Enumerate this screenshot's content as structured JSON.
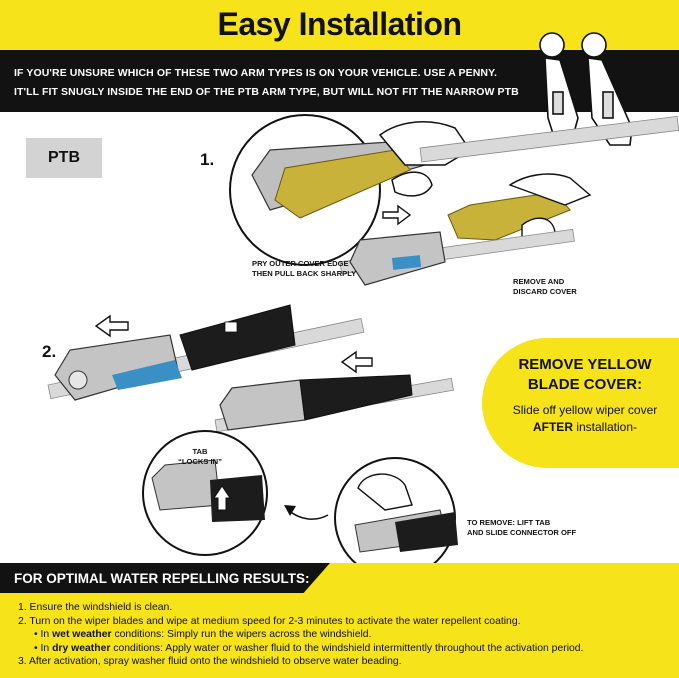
{
  "header": {
    "title": "Easy Installation"
  },
  "banner": {
    "line1": "IF YOU'RE UNSURE WHICH OF THESE TWO ARM TYPES IS ON YOUR VEHICLE. USE A PENNY.",
    "line2": "IT'LL FIT SNUGLY INSIDE THE END OF THE PTB ARM TYPE, BUT WILL NOT FIT THE NARROW PTB"
  },
  "arm_type_label": "PTB",
  "steps_figure": {
    "step1_number": "1.",
    "step2_number": "2.",
    "caption_pry_1": "PRY OUTER COVER EDGE",
    "caption_pry_2": "THEN PULL BACK SHARPLY",
    "caption_remove_1": "REMOVE AND",
    "caption_remove_2": "DISCARD COVER",
    "caption_tab_1": "TAB",
    "caption_tab_2": "“LOCKS IN”",
    "caption_toremove_1": "TO REMOVE: LIFT TAB",
    "caption_toremove_2": "AND SLIDE CONNECTOR OFF"
  },
  "callout": {
    "title_1": "REMOVE YELLOW",
    "title_2": "BLADE COVER:",
    "body_1": "Slide off yellow wiper cover",
    "body_bold": "AFTER",
    "body_2": " installation-"
  },
  "bottom": {
    "heading": "FOR OPTIMAL WATER REPELLING RESULTS:",
    "s1": "1. Ensure the windshield is clean.",
    "s2": "2. Turn on the wiper blades and wipe at medium speed for 2-3 minutes to activate the water repellent coating.",
    "s2a_pre": "•  In ",
    "s2a_bold": "wet weather",
    "s2a_post": " conditions: Simply run the wipers across the windshield.",
    "s2b_pre": "•  In ",
    "s2b_bold": "dry weather",
    "s2b_post": " conditions: Apply water or washer fluid to the windshield intermittently throughout the activation period.",
    "s3": "3. After activation, spray washer fluid onto the windshield to observe water beading."
  },
  "colors": {
    "yellow": "#f6e31a",
    "black": "#121212",
    "blue": "#3a8fc4",
    "cover": "#c9b23a"
  }
}
